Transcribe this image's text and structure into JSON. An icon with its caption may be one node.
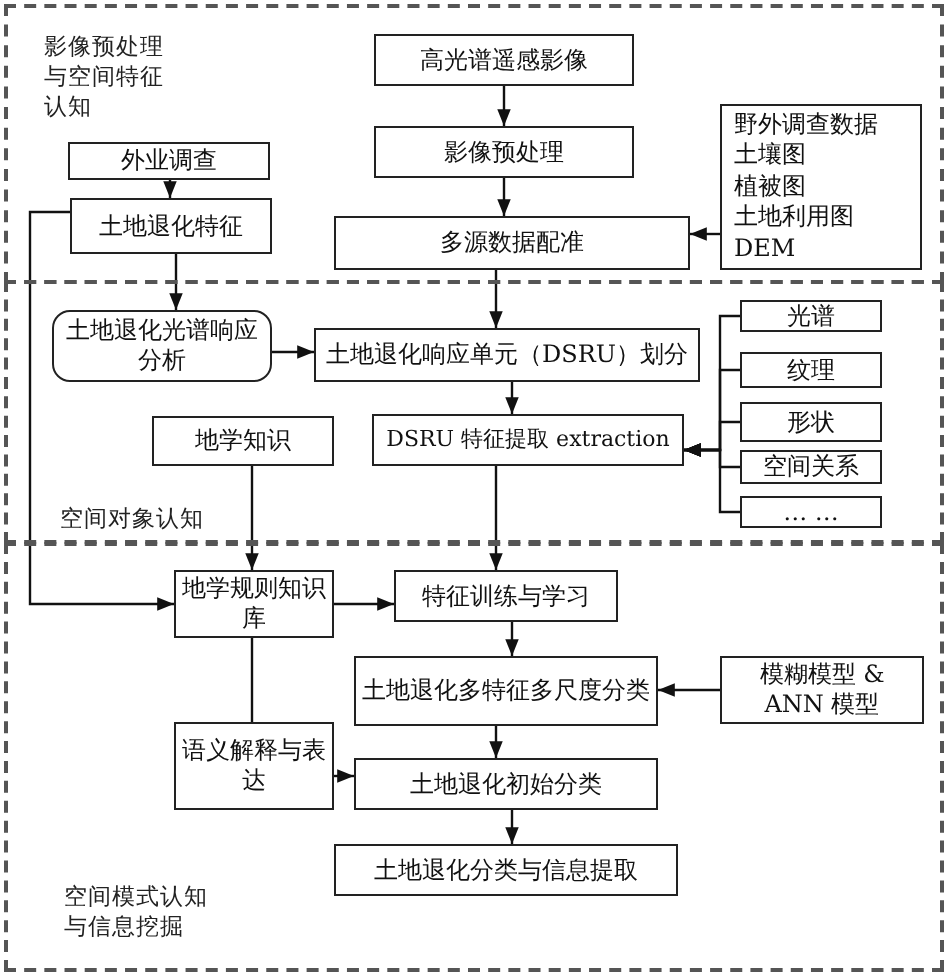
{
  "diagram": {
    "nodes": [
      {
        "text": [
          "影像预处理与空间特征认知"
        ]
      },
      {
        "text": [
          "空间对象认知"
        ]
      },
      {
        "text": [
          "空间模式认知与信息挖掘"
        ]
      },
      {
        "text": [
          "高光谱遥感影像"
        ],
        "in": 0
      },
      {
        "text": [
          "影像预处理"
        ],
        "in": 0
      },
      {
        "text": [
          "多源数据配准"
        ],
        "in": 0
      },
      {
        "text": [
          "野外调查数据",
          "土壤图",
          "植被图",
          "土地利用图",
          "DEM"
        ],
        "in": 0
      },
      {
        "text": [
          "外业调查"
        ],
        "in": 0
      },
      {
        "text": [
          "土地退化特征"
        ],
        "in": 0
      },
      {
        "text": [
          "土地退化光谱响应分析"
        ],
        "in": 1
      },
      {
        "text": [
          "土地退化响应单元（DSRU）划分"
        ],
        "in": 1
      },
      {
        "text": [
          "地学知识"
        ],
        "in": 1
      },
      {
        "text": [
          "DSRU 特征提取 extraction"
        ],
        "in": 1
      },
      {
        "text": [
          "光谱"
        ],
        "in": 1
      },
      {
        "text": [
          "纹理"
        ],
        "in": 1
      },
      {
        "text": [
          "形状"
        ],
        "in": 1
      },
      {
        "text": [
          "空间关系"
        ],
        "in": 1
      },
      {
        "text": [
          "… …"
        ],
        "in": 1
      },
      {
        "text": [
          "地学规则知识库"
        ],
        "in": 2
      },
      {
        "text": [
          "特征训练与学习"
        ],
        "in": 2
      },
      {
        "text": [
          "土地退化多特征多尺度分类"
        ],
        "in": 2
      },
      {
        "text": [
          "模糊模型 & ANN 模型"
        ],
        "in": 2
      },
      {
        "text": [
          "语义解释与表达"
        ],
        "in": 2
      },
      {
        "text": [
          "土地退化初始分类"
        ],
        "in": 2
      },
      {
        "text": [
          "土地退化分类与信息提取"
        ],
        "in": 2
      }
    ],
    "edges": [
      {
        "from": 3,
        "to": 4,
        "arrow": "to"
      },
      {
        "from": 4,
        "to": 5,
        "arrow": "to"
      },
      {
        "from": 6,
        "to": 5,
        "arrow": "to"
      },
      {
        "from": 7,
        "to": 8,
        "arrow": "to"
      },
      {
        "from": 8,
        "to": 9,
        "arrow": "to"
      },
      {
        "from": 5,
        "to": 10,
        "arrow": "to"
      },
      {
        "from": 9,
        "to": 10,
        "arrow": "to"
      },
      {
        "from": 10,
        "to": 12,
        "arrow": "to"
      },
      {
        "from": 13,
        "to": 12,
        "arrow": "to"
      },
      {
        "from": 14,
        "to": 12,
        "arrow": "to"
      },
      {
        "from": 15,
        "to": 12,
        "arrow": "to"
      },
      {
        "from": 16,
        "to": 12,
        "arrow": "to"
      },
      {
        "from": 17,
        "to": 12,
        "arrow": "to"
      },
      {
        "from": 11,
        "to": 18,
        "arrow": "to"
      },
      {
        "from": 8,
        "to": 18,
        "arrow": "to"
      },
      {
        "from": 18,
        "to": 19,
        "arrow": "to"
      },
      {
        "from": 12,
        "to": 19,
        "arrow": "to"
      },
      {
        "from": 19,
        "to": 20,
        "arrow": "to"
      },
      {
        "from": 21,
        "to": 20,
        "arrow": "to"
      },
      {
        "from": 18,
        "to": 22,
        "arrow": "none"
      },
      {
        "from": 22,
        "to": 23,
        "arrow": "to"
      },
      {
        "from": 20,
        "to": 23,
        "arrow": "to"
      },
      {
        "from": 23,
        "to": 24,
        "arrow": "to"
      }
    ]
  }
}
